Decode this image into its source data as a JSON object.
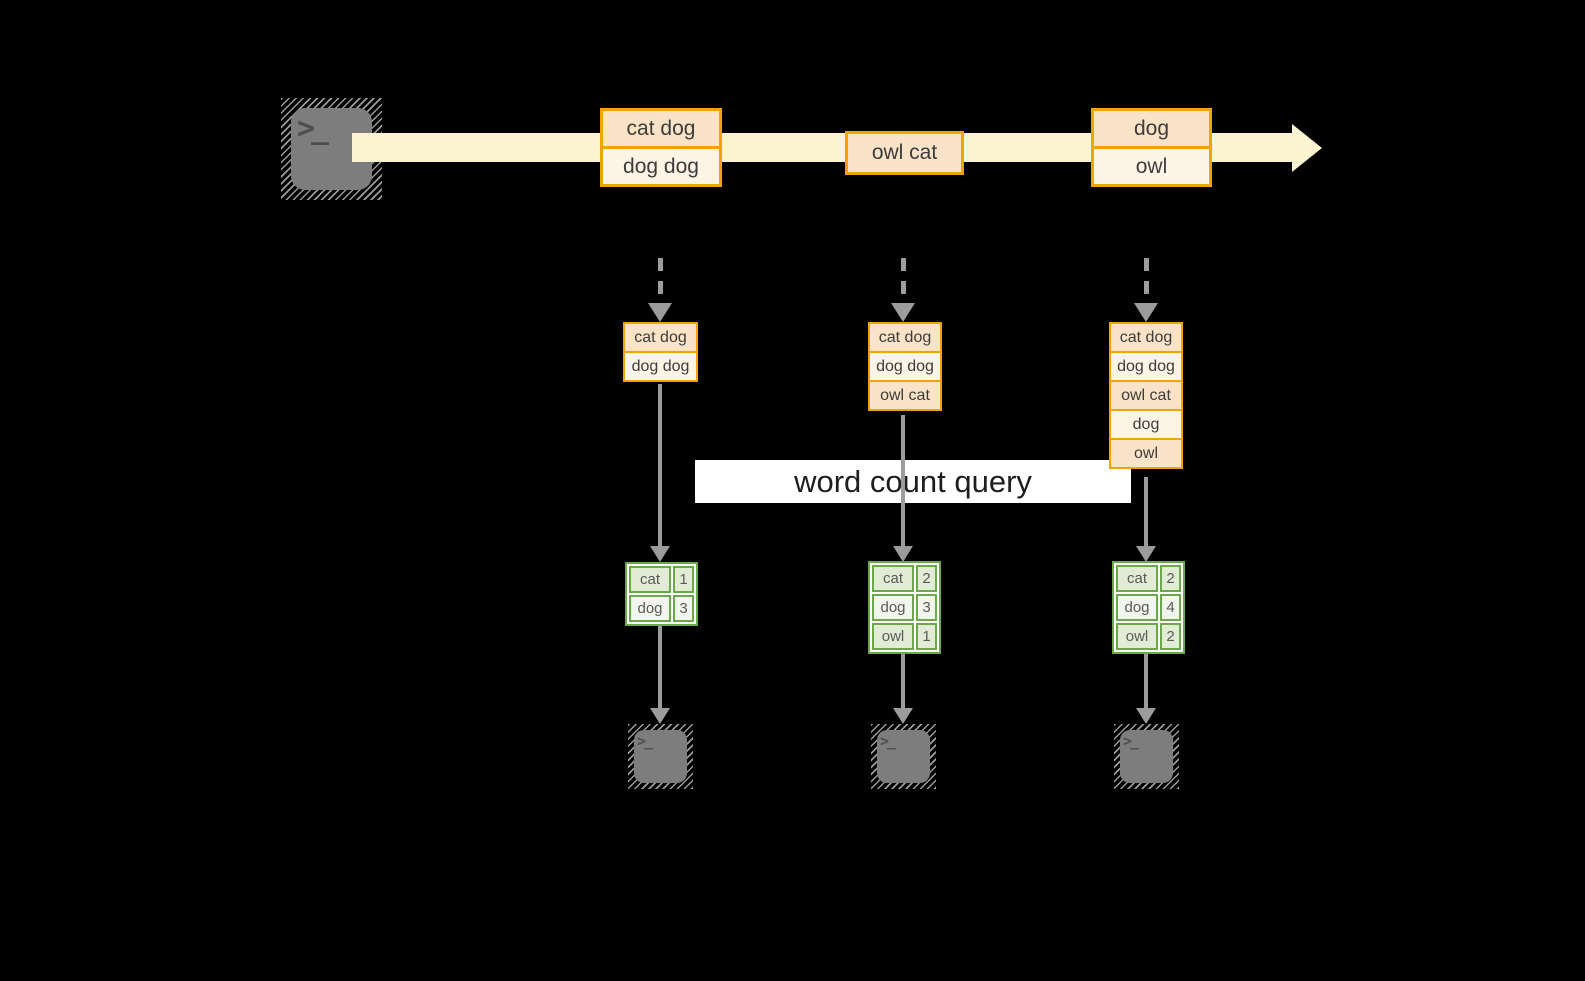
{
  "diagram_title": "streaming word count (micro-batch) diagram",
  "label": {
    "text": "word count query"
  },
  "stream": {
    "source_icon": "terminal-icon",
    "batches": [
      [
        "cat dog",
        "dog dog"
      ],
      [
        "owl cat"
      ],
      [
        "dog",
        "owl"
      ]
    ]
  },
  "columns": [
    {
      "micro_batch": [
        "cat dog",
        "dog dog"
      ],
      "counts": [
        {
          "word": "cat",
          "count": "1"
        },
        {
          "word": "dog",
          "count": "3"
        }
      ],
      "sink_icon": "terminal-icon"
    },
    {
      "micro_batch": [
        "cat dog",
        "dog dog",
        "owl cat"
      ],
      "counts": [
        {
          "word": "cat",
          "count": "2"
        },
        {
          "word": "dog",
          "count": "3"
        },
        {
          "word": "owl",
          "count": "1"
        }
      ],
      "sink_icon": "terminal-icon"
    },
    {
      "micro_batch": [
        "cat dog",
        "dog dog",
        "owl cat",
        "dog",
        "owl"
      ],
      "counts": [
        {
          "word": "cat",
          "count": "2"
        },
        {
          "word": "dog",
          "count": "4"
        },
        {
          "word": "owl",
          "count": "2"
        }
      ],
      "sink_icon": "terminal-icon"
    }
  ],
  "icons": {
    "terminal_glyph": ">_"
  },
  "colors": {
    "background": "#000000",
    "stream_band": "#FCF3D0",
    "record_border": "#F0A402",
    "record_fill_dark": "#FAE3C6",
    "record_fill_light": "#FDF4E6",
    "table_border_green": "#6BA84A",
    "table_fill_dark": "#E2EBD4",
    "table_fill_light": "#F2F5EC",
    "label_background": "#FFFFFF",
    "arrow_gray": "#9C9C9C",
    "terminal_gray": "#7D7D7D"
  }
}
